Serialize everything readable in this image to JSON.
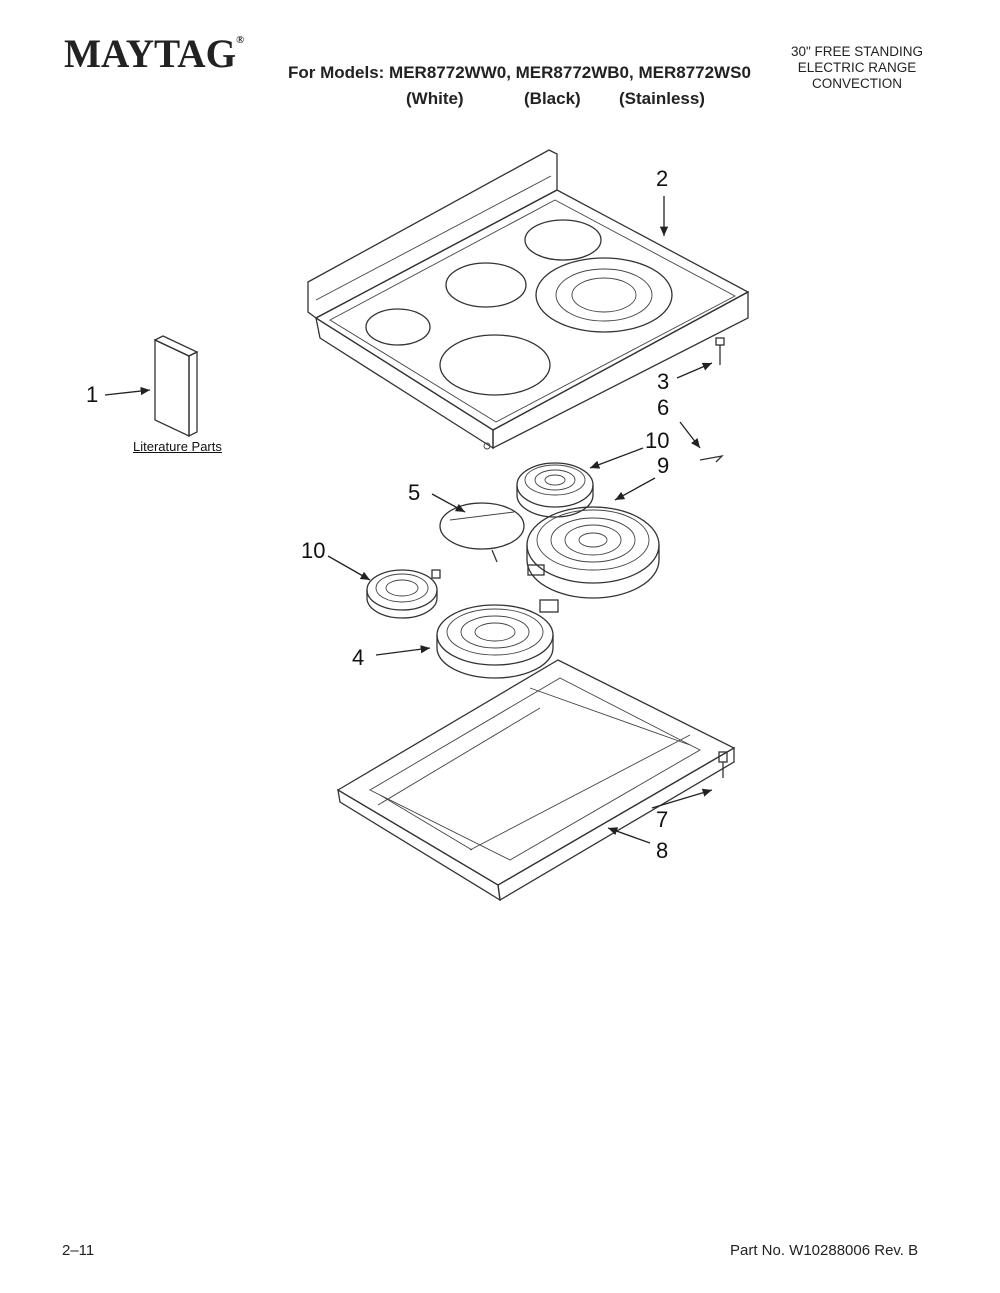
{
  "header": {
    "brand": "MAYTAG",
    "brand_mark": "®",
    "models_line": "For Models: MER8772WW0, MER8772WB0, MER8772WS0",
    "color_white": "(White)",
    "color_black": "(Black)",
    "color_stainless": "(Stainless)",
    "description": [
      "30\" FREE STANDING",
      "ELECTRIC RANGE",
      "CONVECTION"
    ]
  },
  "diagram": {
    "literature_label": "Literature Parts",
    "callouts": {
      "c1": "1",
      "c2": "2",
      "c3": "3",
      "c4": "4",
      "c5": "5",
      "c6": "6",
      "c7": "7",
      "c8": "8",
      "c9": "9",
      "c10a": "10",
      "c10b": "10"
    }
  },
  "footer": {
    "page_number": "2–11",
    "part_number": "Part No. W10288006 Rev. B"
  }
}
